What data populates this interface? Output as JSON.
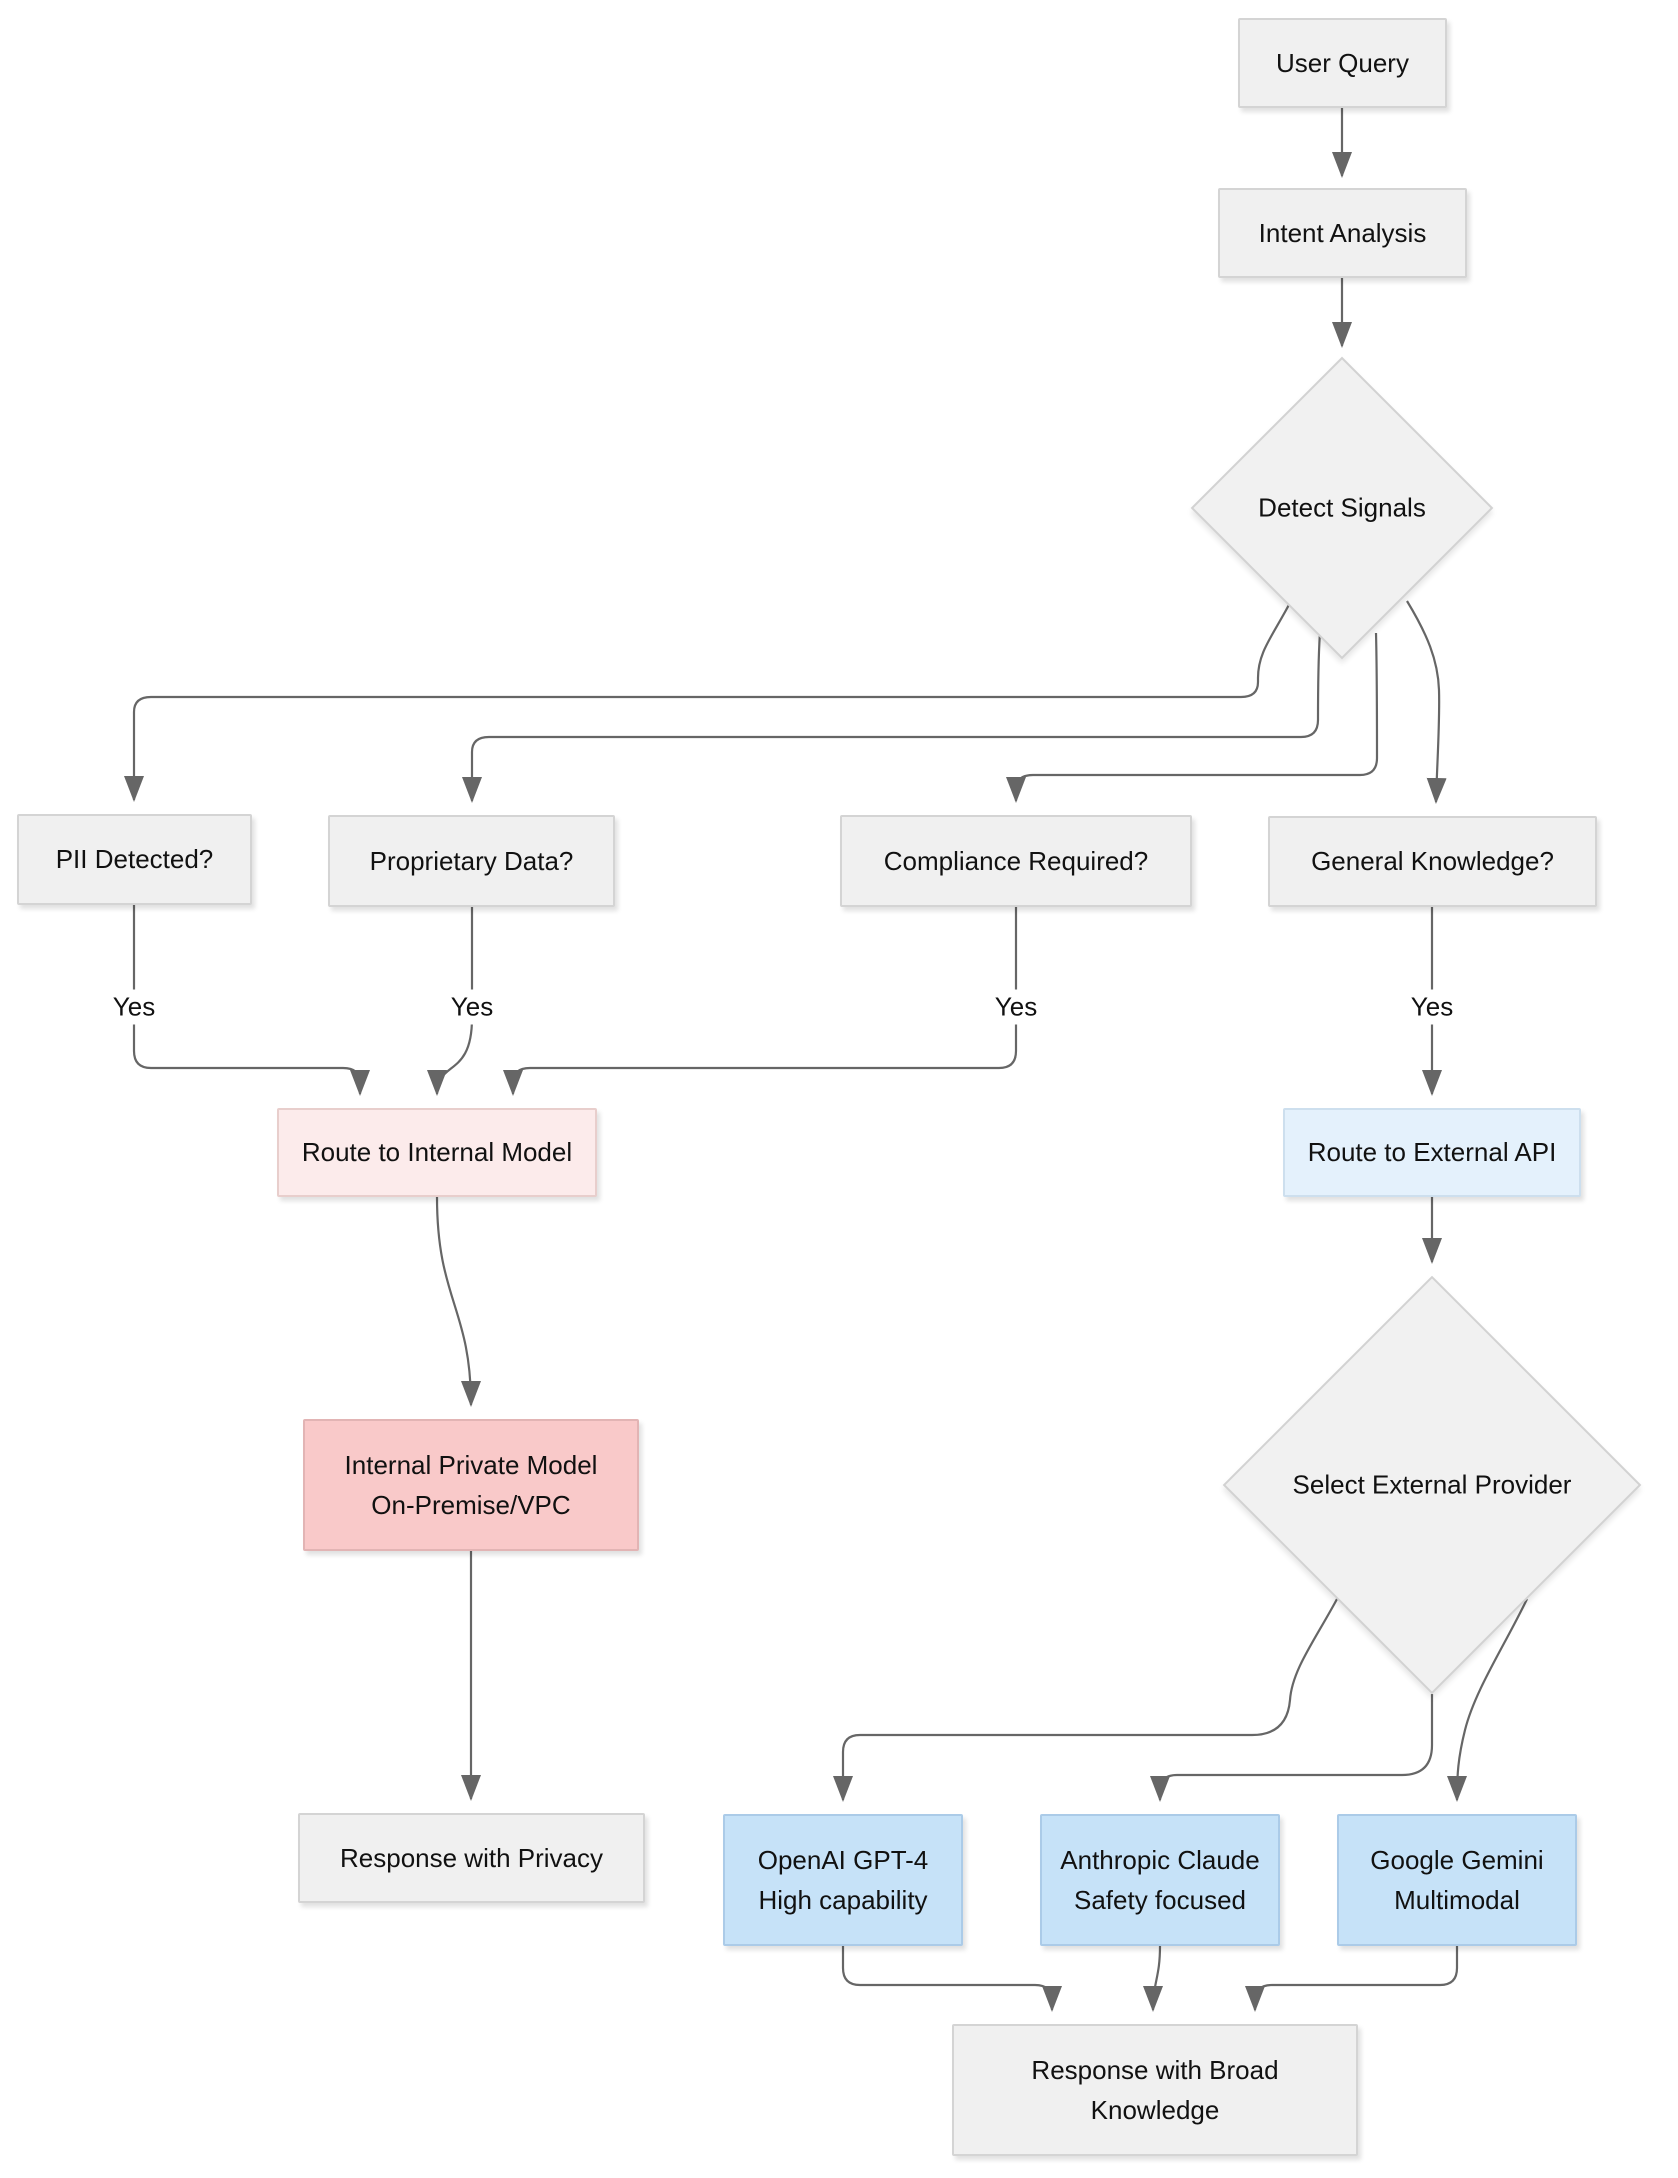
{
  "diagram": {
    "type": "flowchart",
    "direction": "top-down",
    "nodes": {
      "user_query": {
        "label": "User Query"
      },
      "intent_analysis": {
        "label": "Intent Analysis"
      },
      "detect_signals": {
        "label": "Detect Signals"
      },
      "pii": {
        "label": "PII Detected?"
      },
      "proprietary": {
        "label": "Proprietary Data?"
      },
      "compliance": {
        "label": "Compliance Required?"
      },
      "general": {
        "label": "General Knowledge?"
      },
      "route_internal": {
        "label": "Route to Internal Model"
      },
      "route_external": {
        "label": "Route to External API"
      },
      "internal_private": {
        "line1": "Internal Private Model",
        "line2": "On-Premise/VPC"
      },
      "select_provider": {
        "label": "Select External Provider"
      },
      "response_privacy": {
        "label": "Response with Privacy"
      },
      "openai": {
        "line1": "OpenAI GPT-4",
        "line2": "High capability"
      },
      "anthropic": {
        "line1": "Anthropic Claude",
        "line2": "Safety focused"
      },
      "gemini": {
        "line1": "Google Gemini",
        "line2": "Multimodal"
      },
      "response_broad": {
        "line1": "Response with Broad",
        "line2": "Knowledge"
      }
    },
    "edge_labels": {
      "pii_yes": "Yes",
      "proprietary_yes": "Yes",
      "compliance_yes": "Yes",
      "general_yes": "Yes"
    },
    "colors": {
      "node_fill": "#f0f0f0",
      "node_border": "#d4d4d4",
      "internal_route_fill": "#fcebeb",
      "internal_model_fill": "#f9c9c9",
      "external_route_fill": "#e4f1fc",
      "provider_fill": "#c6e2f8",
      "edge_stroke": "#666666",
      "text": "#111111"
    }
  }
}
